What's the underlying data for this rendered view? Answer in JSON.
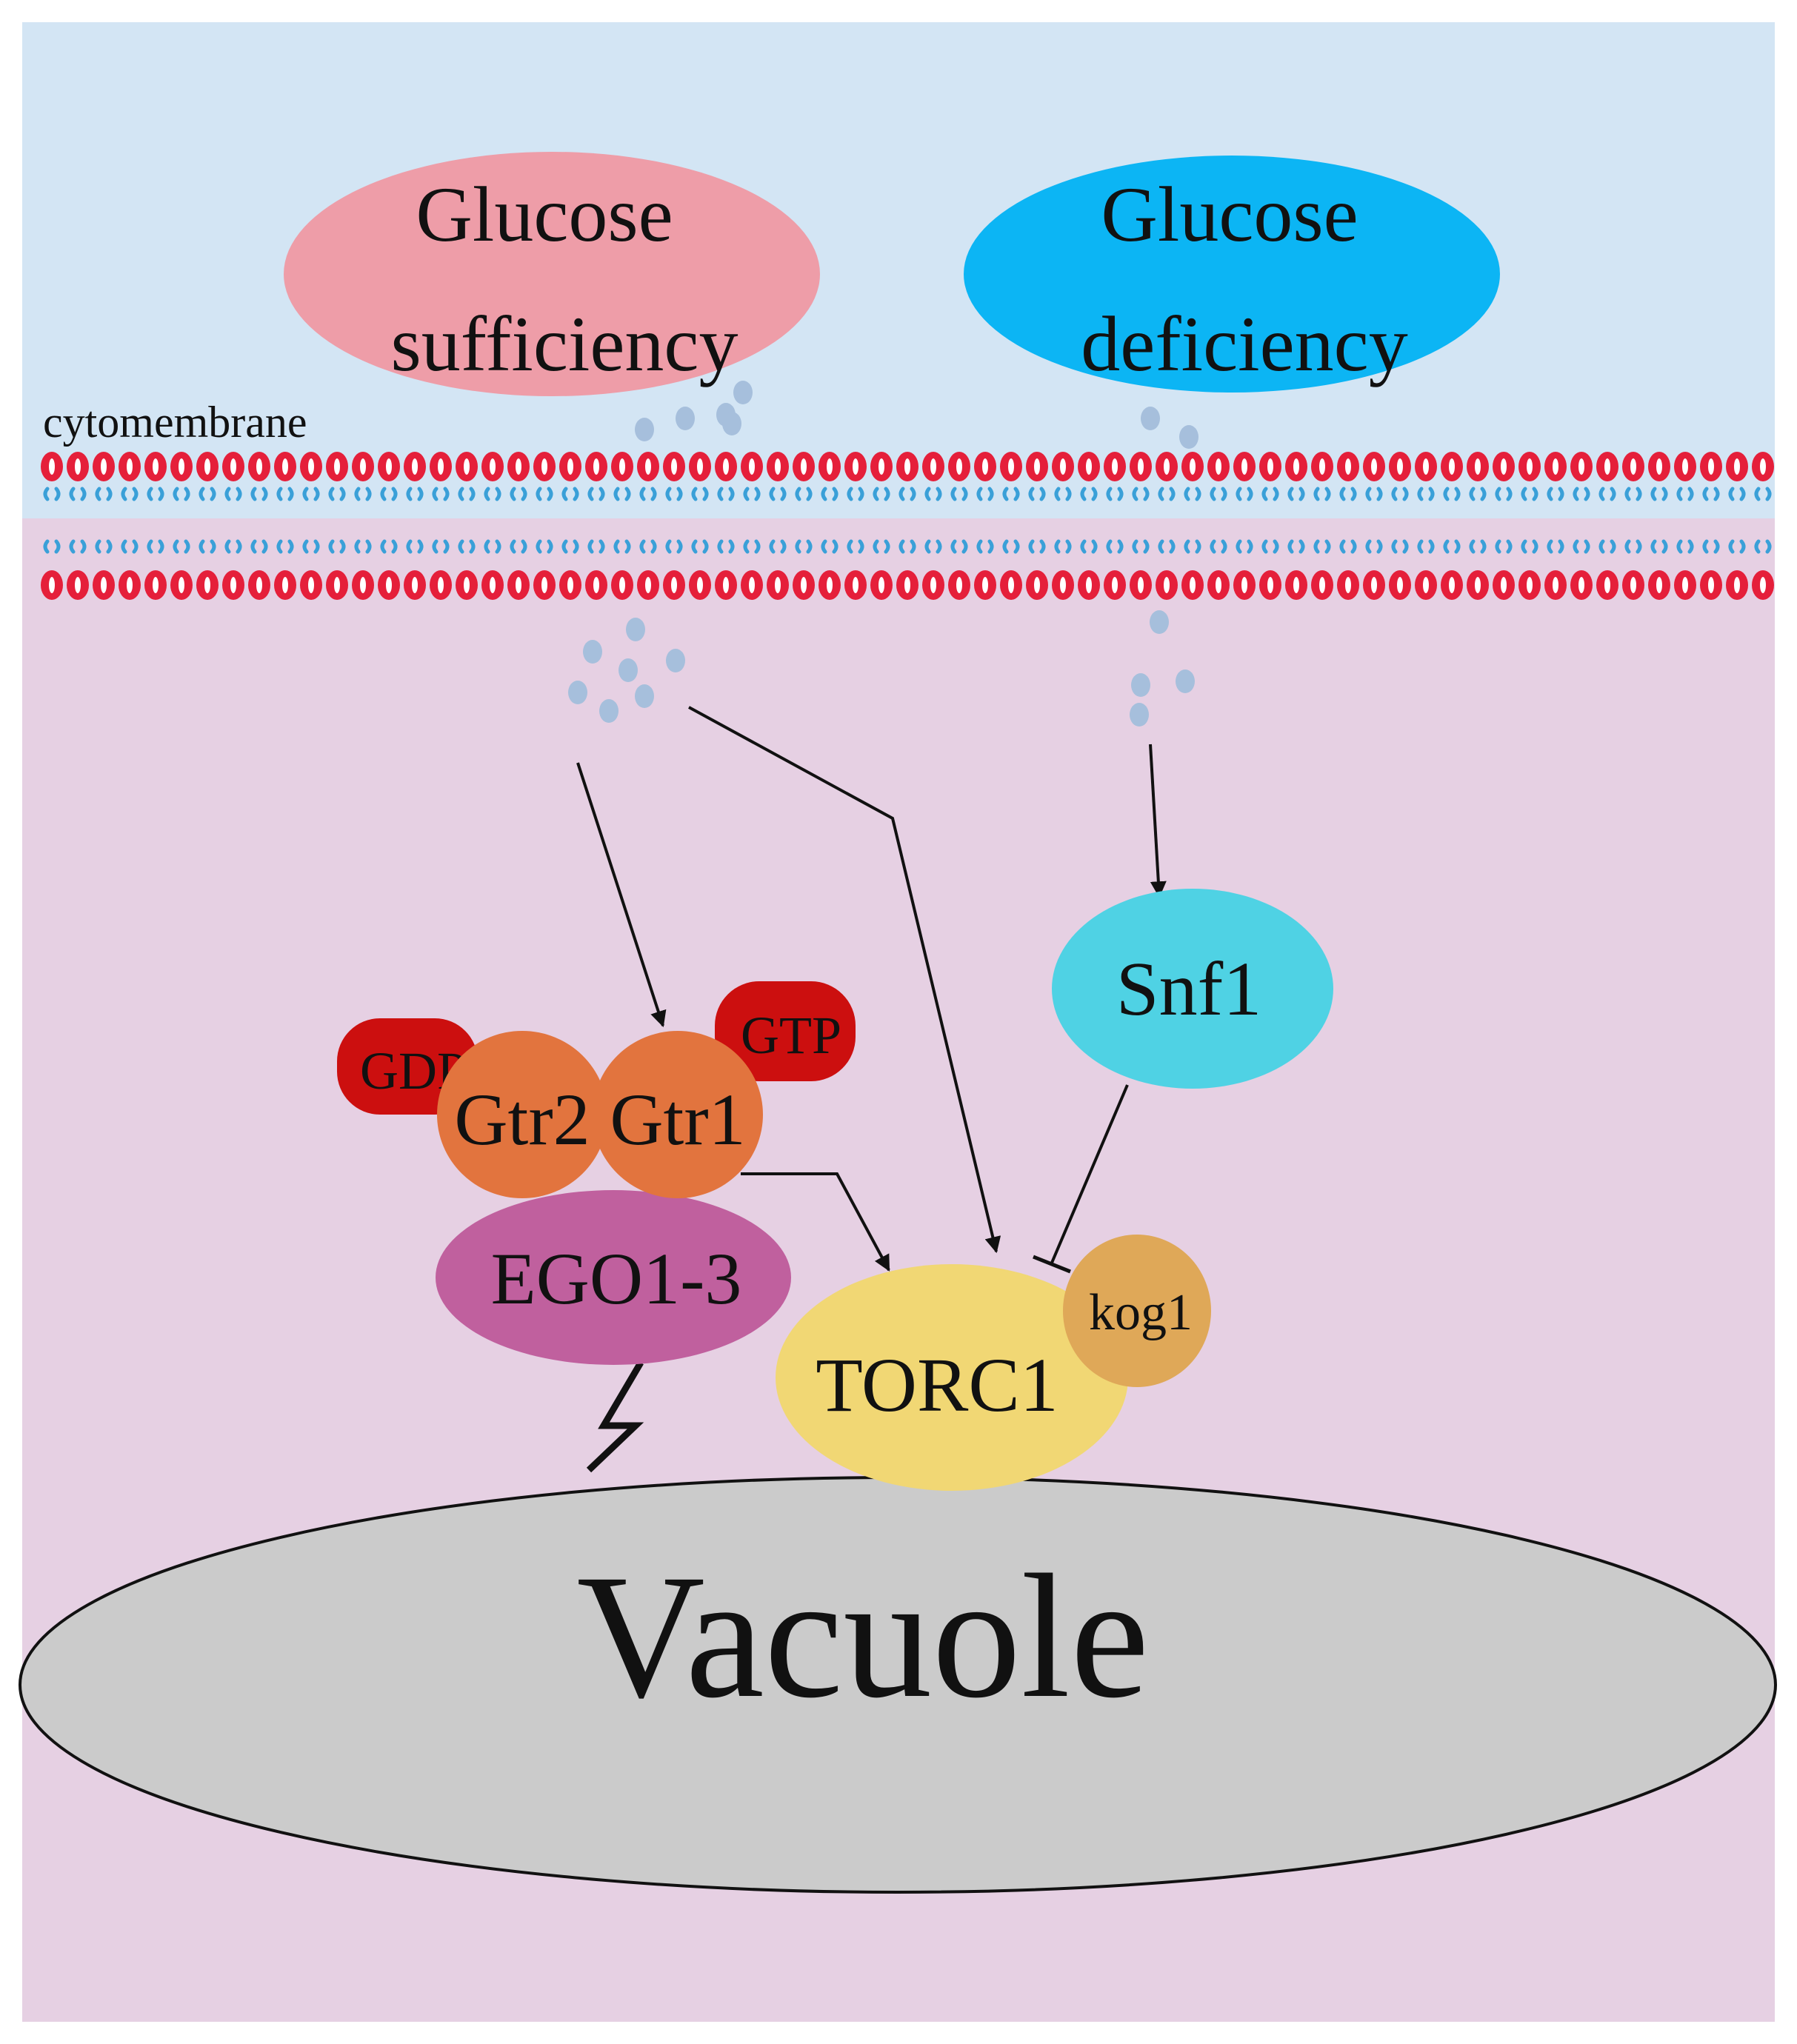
{
  "labels": {
    "glucose_sufficiency_line1": "Glucose",
    "glucose_sufficiency_line2": "sufficiency",
    "glucose_deficiency_line1": "Glucose",
    "glucose_deficiency_line2": "deficiency",
    "cytomembrane": "cytomembrane",
    "gdp": "GDP",
    "gtp": "GTP",
    "gtr2": "Gtr2",
    "gtr1": "Gtr1",
    "ego": "EGO1-3",
    "snf1": "Snf1",
    "torc1": "TORC1",
    "kog1": "kog1",
    "vacuole": "Vacuole"
  },
  "colors": {
    "extracellular_bg": "#d3e5f4",
    "cytoplasm_bg": "#e6d0e3",
    "glucose_sufficiency": "#ee9da8",
    "glucose_deficiency": "#0cb5f4",
    "lipid_head": "#e51f3a",
    "lipid_tail": "#3aa0d8",
    "glucose_dot": "#a6bfdc",
    "gdp_gtp": "#cc0f0f",
    "gtr": "#e2743e",
    "ego": "#c0609e",
    "snf1": "#4fd2e4",
    "torc1": "#f1d774",
    "kog1": "#dfa858",
    "vacuole": "#cbcbcb"
  }
}
